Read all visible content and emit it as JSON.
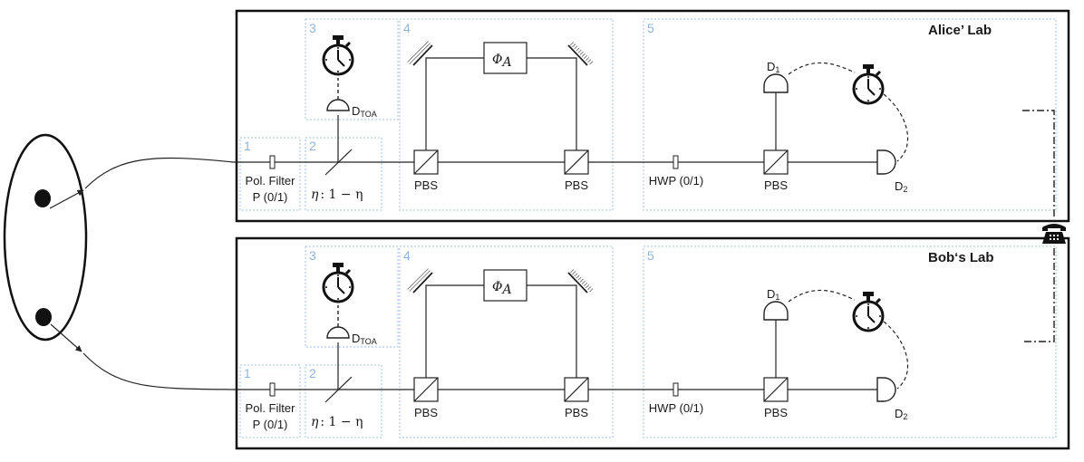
{
  "labs": [
    {
      "title": "Alice’ Lab",
      "modules": [
        "1",
        "2",
        "3",
        "4",
        "5"
      ],
      "filter": {
        "line1": "Pol. Filter",
        "line2": "P (0/1)"
      },
      "beamsplitter": {
        "eta": "η",
        "rest": ":  1 − η"
      },
      "toa_detector": {
        "main": "D",
        "sub": "TOA"
      },
      "phase": {
        "main": "Φ",
        "sub": "A"
      },
      "pbs_label": "PBS",
      "hwp": "HWP (0/1)",
      "d1": {
        "main": "D",
        "sub": "1"
      },
      "d2": {
        "main": "D",
        "sub": "2"
      }
    },
    {
      "title": "Bob‘s Lab",
      "modules": [
        "1",
        "2",
        "3",
        "4",
        "5"
      ],
      "filter": {
        "line1": "Pol. Filter",
        "line2": "P (0/1)"
      },
      "beamsplitter": {
        "eta": "η",
        "rest": ":  1 − η"
      },
      "toa_detector": {
        "main": "D",
        "sub": "TOA"
      },
      "phase": {
        "main": "Φ",
        "sub": "A"
      },
      "pbs_label": "PBS",
      "hwp": "HWP (0/1)",
      "d1": {
        "main": "D",
        "sub": "1"
      },
      "d2": {
        "main": "D",
        "sub": "2"
      }
    }
  ],
  "icons": {
    "source": "entangled-pair-source",
    "timer": "stopwatch-icon",
    "phone": "telephone-icon"
  }
}
